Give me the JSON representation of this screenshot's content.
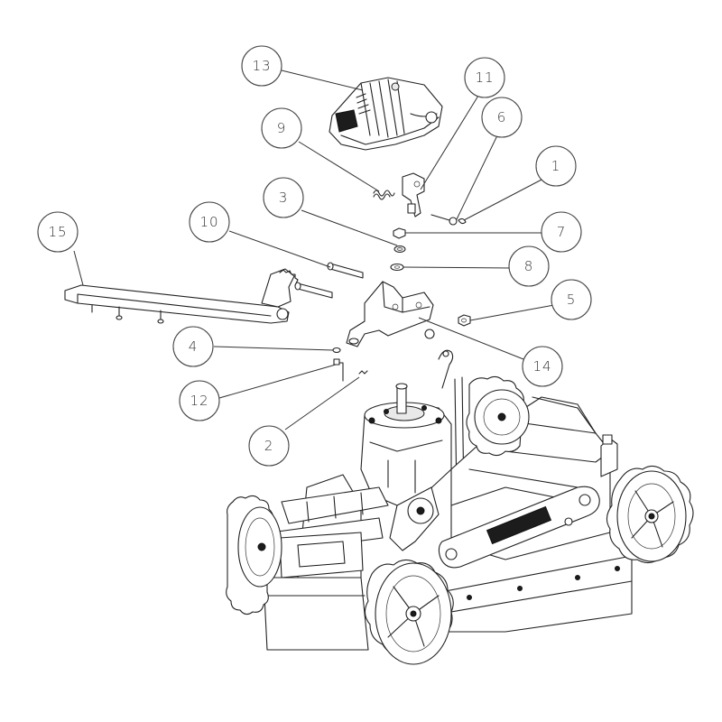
{
  "callouts": [
    {
      "id": "c13",
      "label": "13"
    },
    {
      "id": "c11",
      "label": "11"
    },
    {
      "id": "c6",
      "label": "6"
    },
    {
      "id": "c9",
      "label": "9"
    },
    {
      "id": "c1",
      "label": "1"
    },
    {
      "id": "c3",
      "label": "3"
    },
    {
      "id": "c15",
      "label": "15"
    },
    {
      "id": "c10",
      "label": "10"
    },
    {
      "id": "c7",
      "label": "7"
    },
    {
      "id": "c8",
      "label": "8"
    },
    {
      "id": "c5",
      "label": "5"
    },
    {
      "id": "c4",
      "label": "4"
    },
    {
      "id": "c14",
      "label": "14"
    },
    {
      "id": "c12",
      "label": "12"
    },
    {
      "id": "c2",
      "label": "2"
    }
  ]
}
